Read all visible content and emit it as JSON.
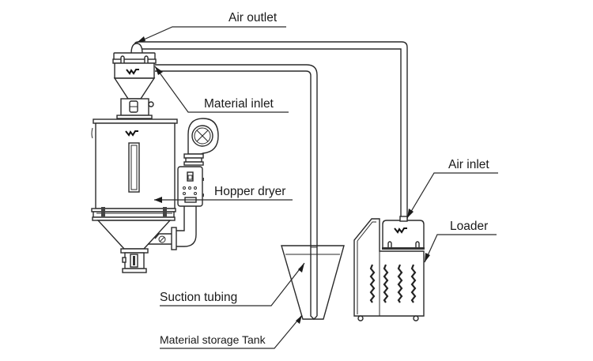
{
  "diagram": {
    "title": "Hopper dryer vacuum loading system",
    "labels": {
      "air_outlet": "Air outlet",
      "material_inlet": "Material inlet",
      "hopper_dryer": "Hopper dryer",
      "air_inlet": "Air inlet",
      "loader": "Loader",
      "suction_tubing": "Suction tubing",
      "material_storage_tank": "Material storage Tank"
    },
    "components": [
      "hopper-receiver",
      "hopper-dryer",
      "blower-heater",
      "control-box",
      "suction-tubing",
      "material-storage-tank",
      "loader"
    ],
    "connections": [
      {
        "from": "loader-air-inlet",
        "to": "hopper-air-outlet",
        "kind": "air-pipe"
      },
      {
        "from": "material-storage-tank",
        "to": "hopper-material-inlet",
        "kind": "suction-tubing"
      }
    ],
    "colors": {
      "line": "#2a2a2a",
      "background": "#ffffff"
    }
  }
}
